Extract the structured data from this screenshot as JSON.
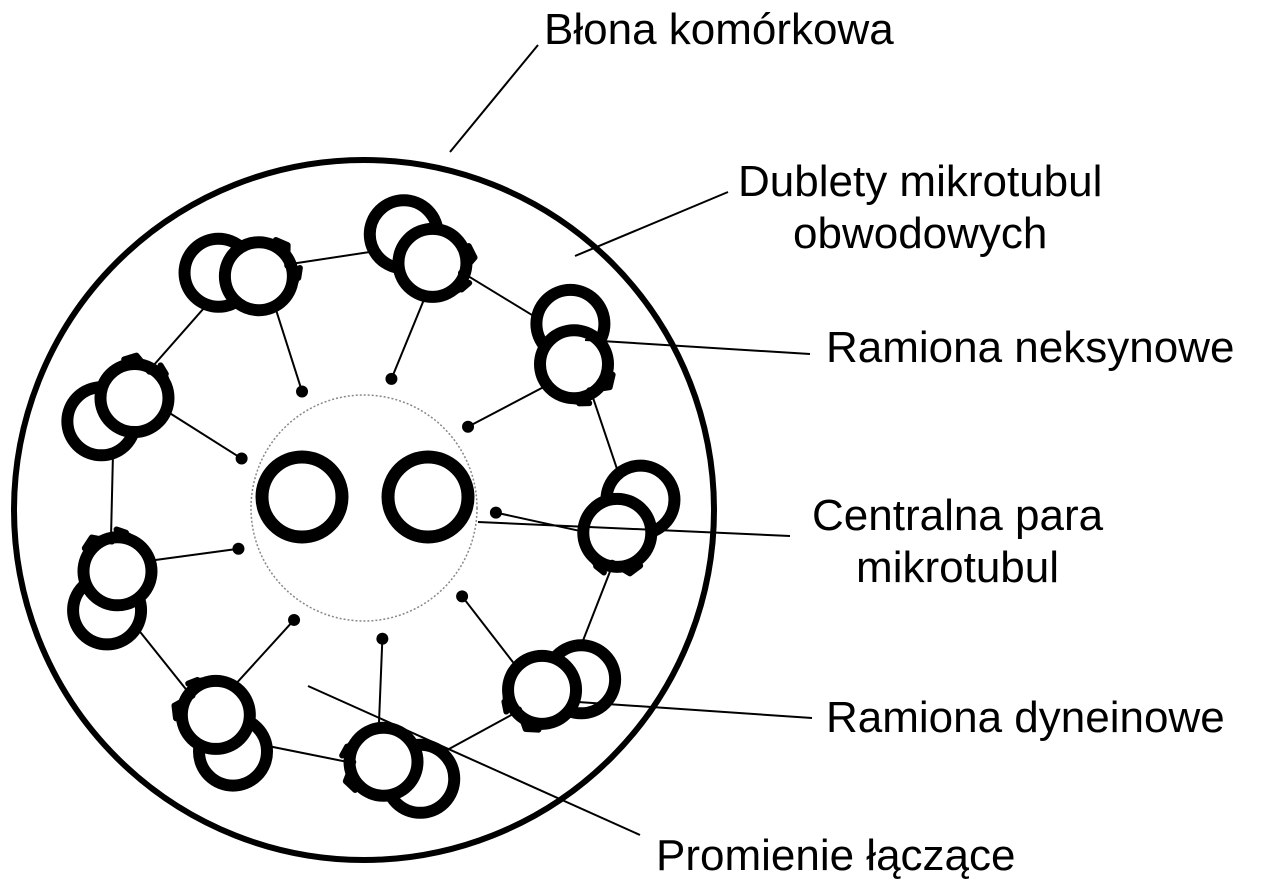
{
  "diagram": {
    "colors": {
      "stroke": "#000000",
      "background": "#ffffff",
      "inner_circle": "#888888"
    },
    "labels": {
      "cell_membrane": "Błona komórkowa",
      "peripheral_doublets_line1": "Dublety mikrotubul",
      "peripheral_doublets_line2": "obwodowych",
      "nexin_arms": "Ramiona neksynowe",
      "central_pair_line1": "Centralna para",
      "central_pair_line2": "mikrotubul",
      "dynein_arms": "Ramiona dyneinowe",
      "radial_spokes": "Promienie łączące"
    },
    "structure": {
      "doublet_count": 9,
      "central_tubule_count": 2
    }
  }
}
